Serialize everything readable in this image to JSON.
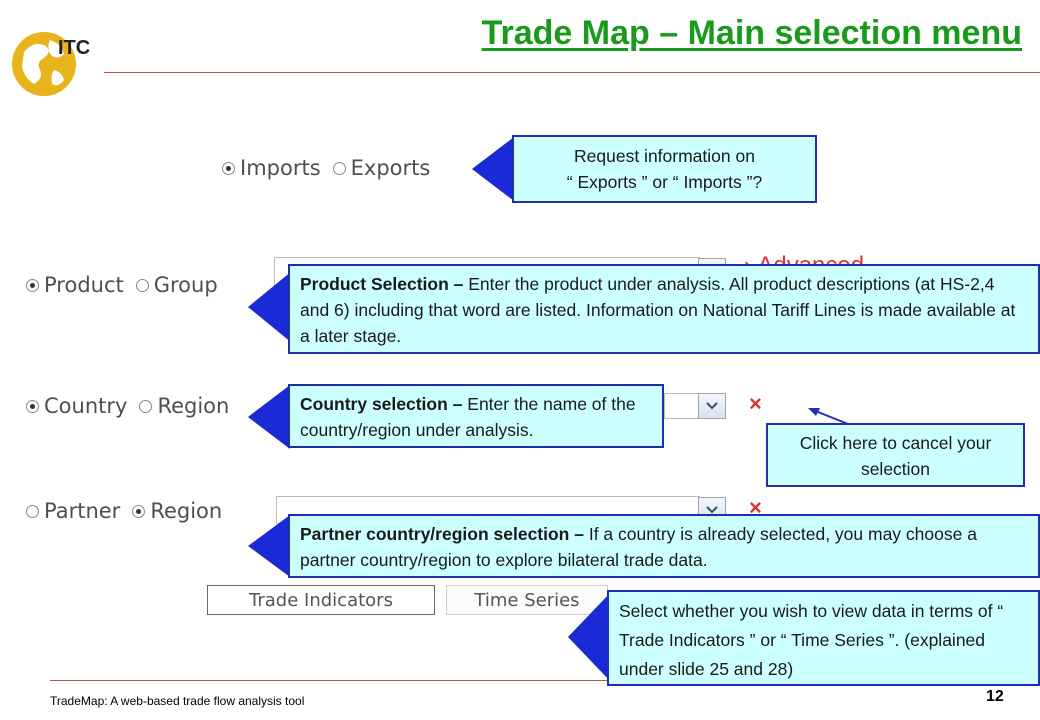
{
  "header": {
    "logo_text": "ITC",
    "title": "Trade Map –  Main selection menu"
  },
  "controls": {
    "flow": {
      "options": [
        "Imports",
        "Exports"
      ],
      "selected": "Imports"
    },
    "product": {
      "options": [
        "Product",
        "Group"
      ],
      "selected": "Product",
      "advanced_link": "Advanced"
    },
    "country": {
      "options": [
        "Country",
        "Region"
      ],
      "selected": "Country"
    },
    "partner": {
      "options": [
        "Partner",
        "Region"
      ],
      "selected": "Region"
    },
    "tabs": [
      "Trade Indicators",
      "Time Series"
    ]
  },
  "callouts": {
    "flow": {
      "line1": "Request information on",
      "line2": "“ Exports ” or “ Imports ”?"
    },
    "product": {
      "bold": "Product Selection –",
      "text": " Enter the product under analysis. All product descriptions (at HS-2,4 and 6) including that word are listed. Information on National Tariff Lines is made available at a later stage."
    },
    "country": {
      "bold": "Country selection –",
      "text": " Enter the name of the country/region under analysis."
    },
    "cancel": {
      "text": "Click here to cancel your selection"
    },
    "partner": {
      "bold": "Partner country/region selection –",
      "text": " If a country is already selected, you may choose a partner country/region to explore bilateral trade data."
    },
    "tabs": {
      "text": "Select whether you wish to view data in terms of “ Trade Indicators ” or “ Time Series ”. (explained under slide 25 and 28)"
    }
  },
  "colors": {
    "title": "#1a9a1a",
    "callout_fill": "#ccffff",
    "callout_border": "#1f2fb0",
    "arrow": "#1a2ad6",
    "rule": "#c0504d",
    "logo": "#e8b41c"
  },
  "footer": {
    "text": "TradeMap: A web-based trade flow analysis tool",
    "page_number": "12"
  }
}
